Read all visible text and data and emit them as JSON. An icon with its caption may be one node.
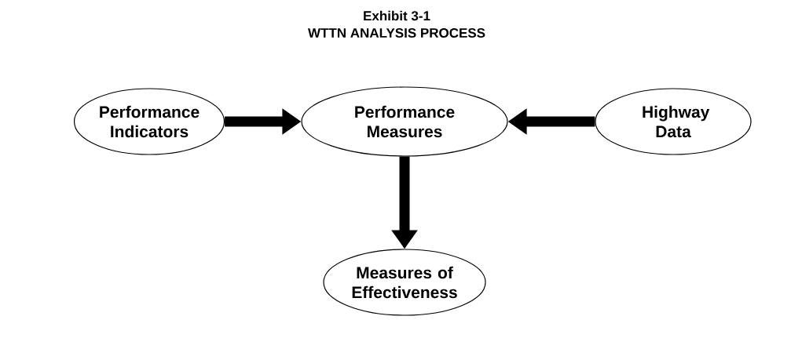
{
  "diagram": {
    "title": "Exhibit 3-1",
    "labels": [
      "WTTN ANALYSIS PROCESS"
    ],
    "nodes": [
      {
        "text": [
          "Performance Indicators"
        ]
      },
      {
        "text": [
          "Performance Measures"
        ]
      },
      {
        "text": [
          "Highway Data"
        ]
      },
      {
        "text": [
          "Measures of Effectiveness"
        ]
      }
    ],
    "edges": [
      {
        "from": 0,
        "to": 1,
        "arrow": "to"
      },
      {
        "from": 2,
        "to": 1,
        "arrow": "to"
      },
      {
        "from": 1,
        "to": 3,
        "arrow": "to"
      }
    ]
  }
}
